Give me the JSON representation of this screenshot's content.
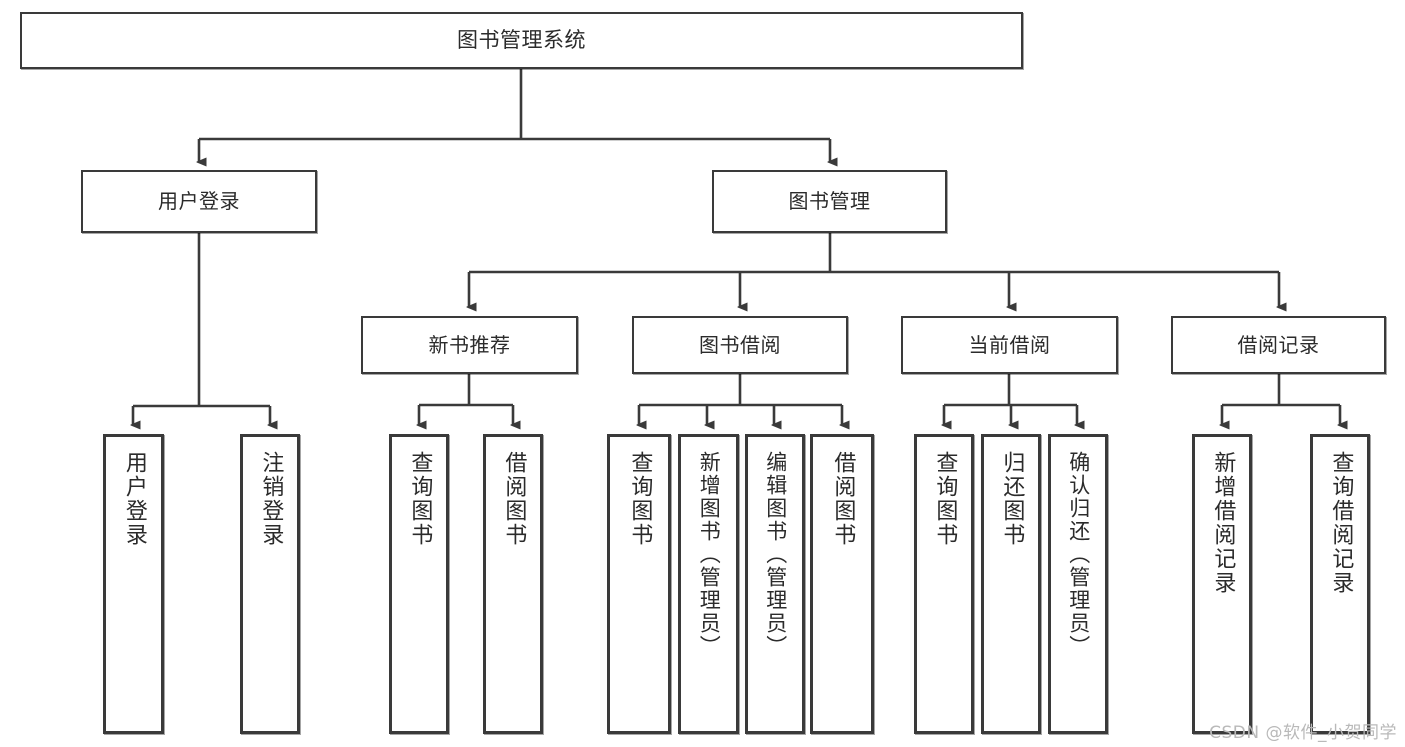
{
  "diagram": {
    "title": "图书管理系统",
    "type": "tree",
    "root": {
      "label": "图书管理系统"
    },
    "level2": [
      {
        "label": "用户登录"
      },
      {
        "label": "图书管理"
      }
    ],
    "level3": [
      {
        "label": "新书推荐"
      },
      {
        "label": "图书借阅"
      },
      {
        "label": "当前借阅"
      },
      {
        "label": "借阅记录"
      }
    ],
    "leaves": {
      "user_login": [
        {
          "label": "用户登录"
        },
        {
          "label": "注销登录"
        }
      ],
      "new_book_recommend": [
        {
          "label": "查询图书"
        },
        {
          "label": "借阅图书"
        }
      ],
      "book_borrow": [
        {
          "label": "查询图书"
        },
        {
          "label": "新增图书（管理员）"
        },
        {
          "label": "编辑图书（管理员）"
        },
        {
          "label": "借阅图书"
        }
      ],
      "current_borrow": [
        {
          "label": "查询图书"
        },
        {
          "label": "归还图书"
        },
        {
          "label": "确认归还（管理员）"
        }
      ],
      "borrow_record": [
        {
          "label": "新增借阅记录"
        },
        {
          "label": "查询借阅记录"
        }
      ]
    }
  },
  "watermark": {
    "text": "CSDN @软件_小贺同学"
  },
  "colors": {
    "stroke": "#3a3a3a",
    "background": "#ffffff",
    "text": "#2b2b2b",
    "watermark": "#b9b9b9"
  }
}
